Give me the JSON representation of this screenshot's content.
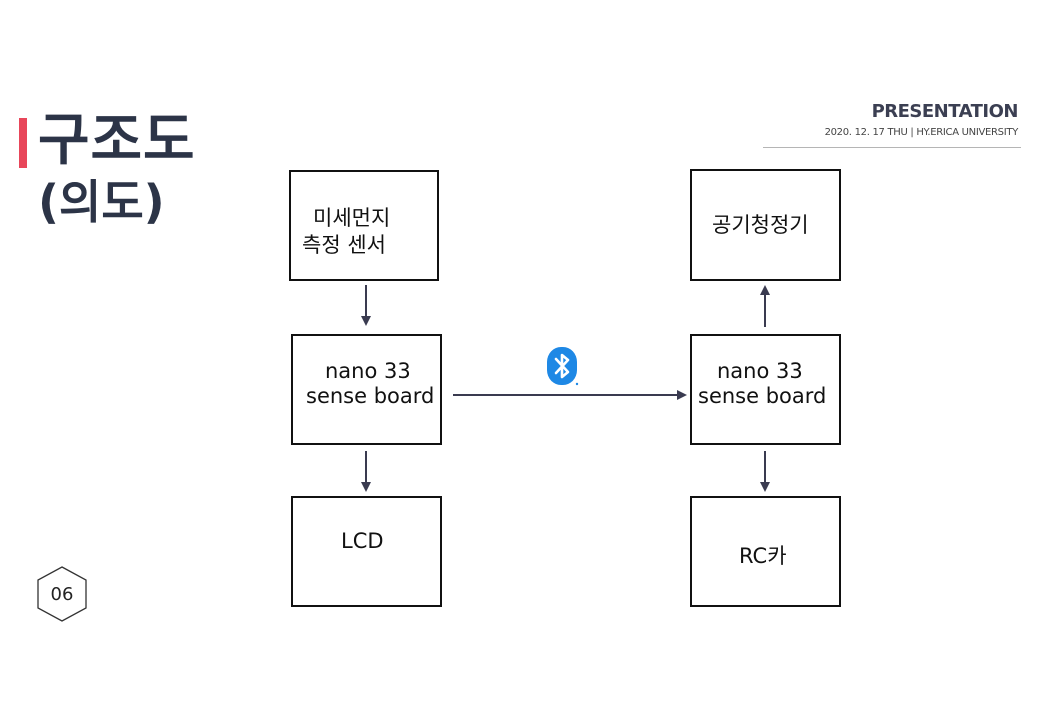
{
  "slide": {
    "title_line1": "구조도",
    "title_line2": "(의도)",
    "accent_color": "#e8465a",
    "title_color": "#2c3447"
  },
  "header": {
    "label": "PRESENTATION",
    "subtitle": "2020. 12. 17 THU  |  HY.ERICA UNIVERSITY"
  },
  "diagram": {
    "nodes": {
      "dust_sensor": {
        "line1": "미세먼지",
        "line2": "측정 센서"
      },
      "board_left": {
        "line1": "nano 33",
        "line2": "sense board"
      },
      "lcd": {
        "label": "LCD"
      },
      "air_purifier": {
        "label": "공기청정기"
      },
      "board_right": {
        "line1": "nano 33",
        "line2": "sense board"
      },
      "rc_car": {
        "label": "RC카"
      }
    },
    "link_icon": "bluetooth-icon",
    "link_color": "#1e88e5",
    "arrow_color": "#3a3b50"
  },
  "page": {
    "number": "06"
  }
}
